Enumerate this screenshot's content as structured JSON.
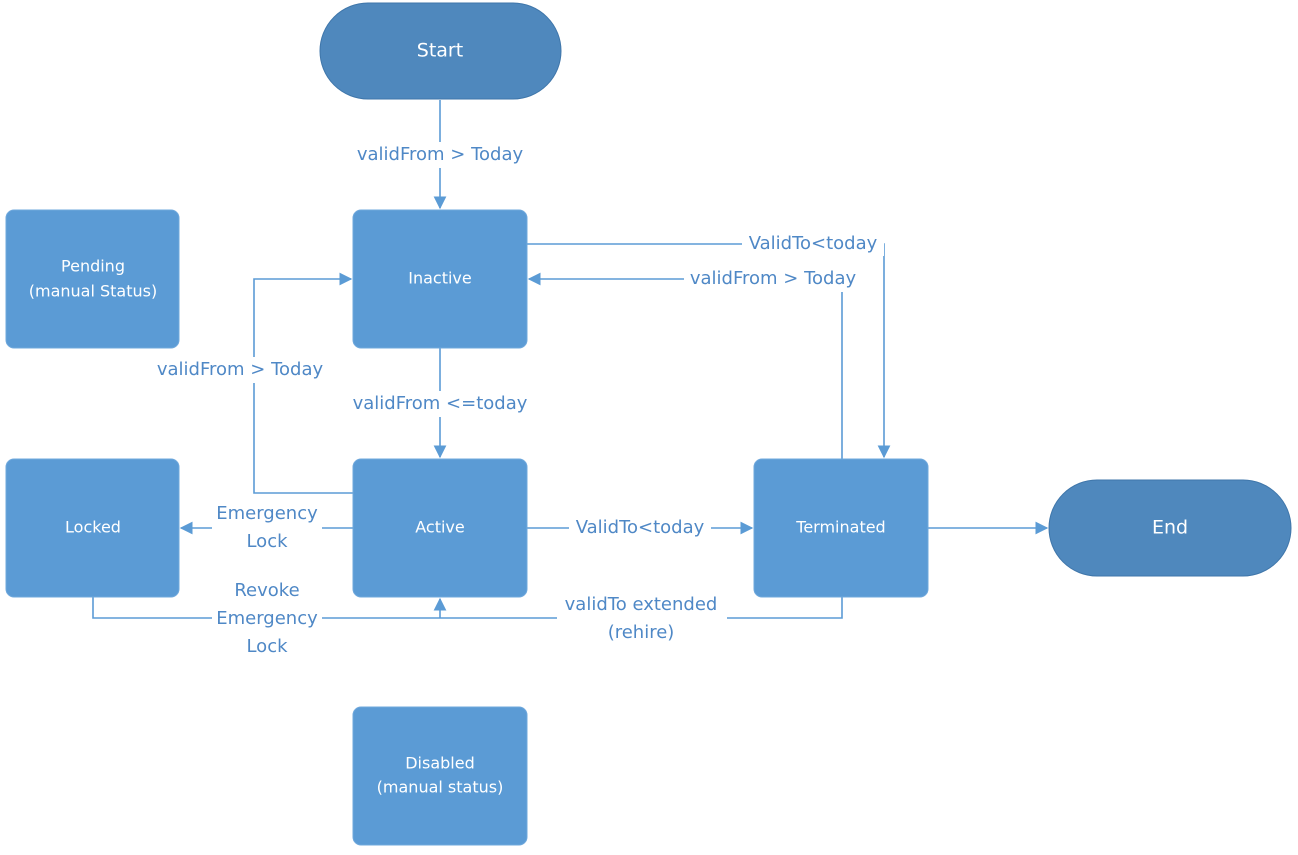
{
  "nodes": {
    "start": "Start",
    "inactive": "Inactive",
    "pending_line1": "Pending",
    "pending_line2": "(manual Status)",
    "active": "Active",
    "locked": "Locked",
    "terminated": "Terminated",
    "end": "End",
    "disabled_line1": "Disabled",
    "disabled_line2": "(manual status)"
  },
  "edges": {
    "start_to_inactive": "validFrom > Today",
    "inactive_to_active": "validFrom <=today",
    "active_to_inactive": "validFrom > Today",
    "inactive_to_terminated": "ValidTo<today",
    "terminated_to_inactive": "validFrom > Today",
    "active_to_locked_line1": "Emergency",
    "active_to_locked_line2": "Lock",
    "active_to_terminated": "ValidTo<today",
    "locked_to_active_line1": "Revoke",
    "locked_to_active_line2": "Emergency",
    "locked_to_active_line3": "Lock",
    "terminated_to_active_line1": "validTo extended",
    "terminated_to_active_line2": "(rehire)"
  },
  "colors": {
    "state_fill": "#5b9bd5",
    "terminal_fill": "#4f88bd",
    "connector": "#5b9bd5",
    "connector_label": "#4f88c6"
  }
}
